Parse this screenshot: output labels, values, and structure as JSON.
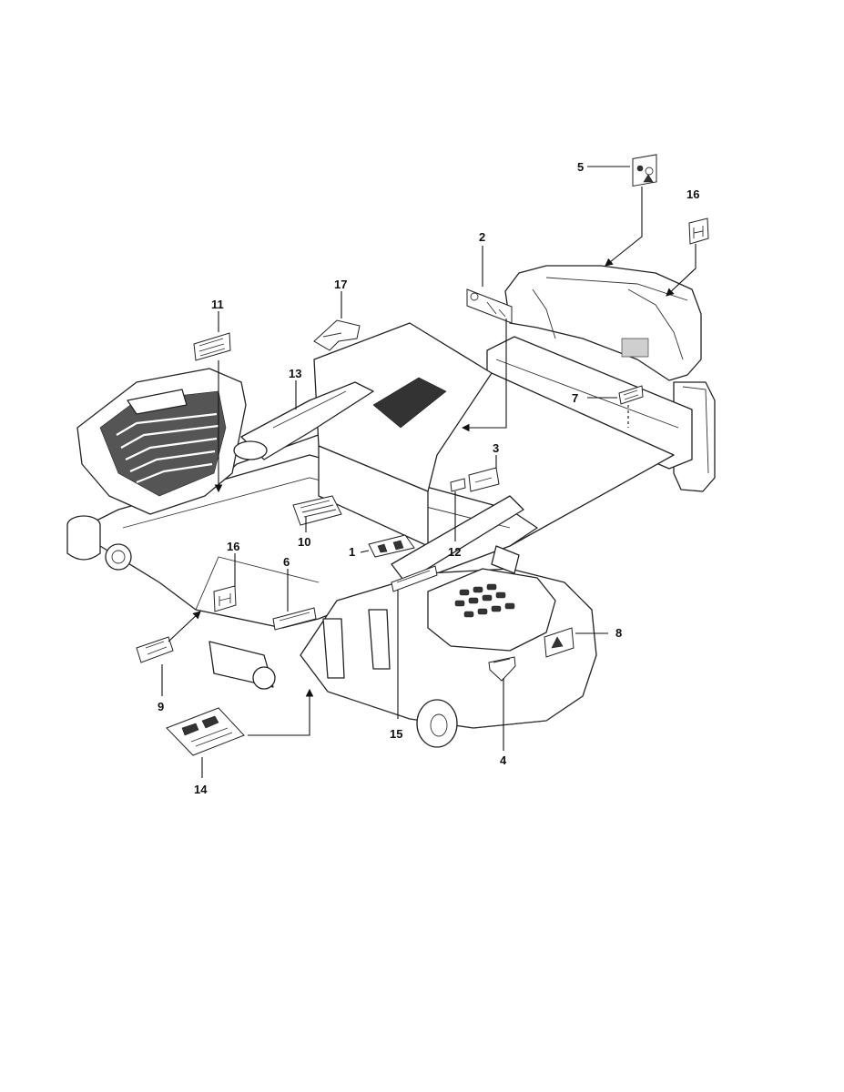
{
  "callouts": {
    "c1": "1",
    "c2": "2",
    "c3": "3",
    "c4": "4",
    "c5": "5",
    "c6": "6",
    "c7": "7",
    "c8": "8",
    "c9": "9",
    "c10": "10",
    "c11": "11",
    "c12": "12",
    "c13": "13",
    "c14": "14",
    "c15": "15",
    "c16a": "16",
    "c16b": "16",
    "c17": "17"
  },
  "colors": {
    "line": "#222222",
    "background": "#ffffff",
    "shade": "#333333"
  }
}
